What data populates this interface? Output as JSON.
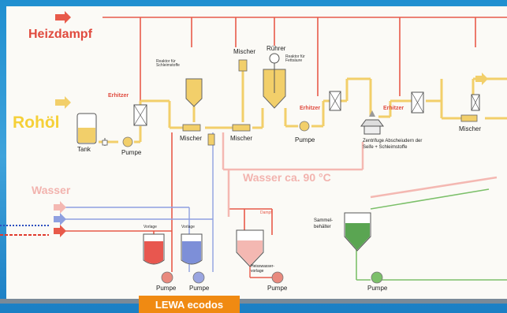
{
  "diagram": {
    "heizdampf": "Heizdampf",
    "rohoel": "Rohöl",
    "wasser": "Wasser",
    "wasser_temp": "Wasser ca. 90 °C",
    "tank": "Tank",
    "pumpe": "Pumpe",
    "erhitzer": "Erhitzer",
    "mischer": "Mischer",
    "reaktor_schleimstoffe": "Reaktor für Schleimstoffe",
    "ruehrer": "Rührer",
    "reaktor_fettsaeure": "Reaktor für Fettsäure",
    "zentrifuge": "Zentrifuge Abscheiudern der Seife + Schleimstoffe",
    "sammelbehaelter": "Sammel- behälter",
    "vorlage": "Vorlage",
    "dampf": "Dampf",
    "heisswasservorlage": "Heisswasser- vorlage"
  },
  "footer": {
    "badge": "LEWA ecodos"
  },
  "colors": {
    "steam": "#e85a4a",
    "oil": "#f2cf6a",
    "water": "#f2b3ae",
    "green": "#6bb85a",
    "blue": "#7d8fd8"
  }
}
